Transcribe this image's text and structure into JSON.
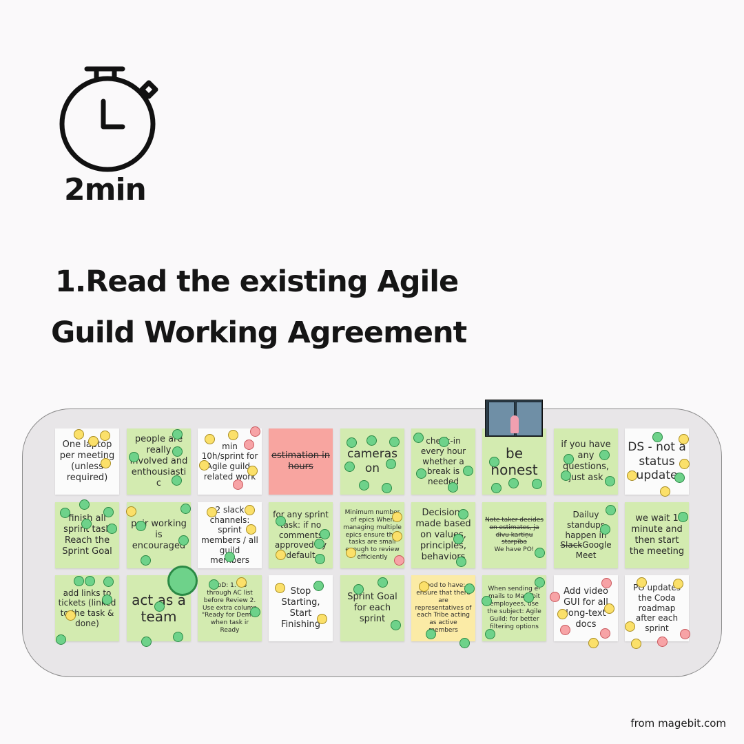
{
  "timer": {
    "icon": "stopwatch-icon",
    "label": "2min"
  },
  "heading": {
    "line1": "1.Read the existing Agile",
    "line2": "Guild Working Agreement"
  },
  "colors": {
    "white": "#fbfbfb",
    "green": "#d3ebb0",
    "red": "#f8a5a0",
    "yellow": "#fbeba6",
    "vote_green": "#6ed28a",
    "vote_yellow": "#fbe06a",
    "vote_red": "#f7a3a6"
  },
  "notes": [
    "One laptop per meeting (unless required)",
    "people are really involved and enthousiastic",
    "min 10h/sprint for Agile guild-related work",
    "estimation in hours",
    "cameras on",
    "check-in every hour whether a break is needed",
    "be honest",
    "if you have any questions, just ask",
    "DS - not a status update",
    "finish all sprint task Reach the Sprint Goal",
    "pair working is encouraged",
    "2 slack channels: sprint members / all guild members",
    "for any sprint task: if no comments approved by default",
    "Minimum number of epics When managing multiple epics ensure that tasks are small enough to review efficiently",
    "Decisions made based on values, principles, behaviors",
    "Note taker decides on estimates, ja divu kartiņu starpība We have PO!",
    "Dailuy standups happen in Slack Google Meet",
    "we wait 1 minute and then start the meeting",
    "add links to tickets (linked to the task & done)",
    "act as a team",
    "DoD: 1. Go through AC list before Review 2. Use extra column \"Ready for Demo\" when task ir Ready",
    "Stop Starting, Start Finishing",
    "Sprint Goal for each sprint",
    "Good to have: ensure that there are representatives of each Tribe acting as active members",
    "When sending e-mails to Magebit employees, use the subject: Agile Guild: for better filtering options",
    "Add video GUI for all long-text docs",
    "PO updates the Coda roadmap after each sprint"
  ],
  "note15_strike": "Note taker decides on estimates, ja divu kartiņu starpība",
  "note15_rest": "We have PO!",
  "note16_pre": "Dailuy standups happen in",
  "note16_strike": "Slack",
  "note16_post": "Google Meet",
  "footer": "from magebit.com"
}
